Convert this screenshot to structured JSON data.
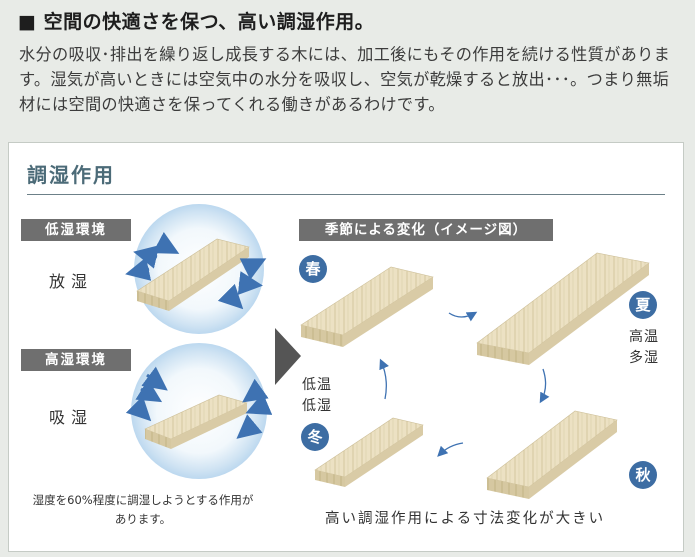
{
  "heading": "■ 空間の快適さを保つ、高い調湿作用。",
  "intro": "水分の吸収･排出を繰り返し成長する木には、加工後にもその作用を続ける性質があります。湿気が高いときには空気中の水分を吸収し、空気が乾燥すると放出･･･。つまり無垢材には空間の快適さを保ってくれる働きがあるわけです。",
  "diagram": {
    "title": "調湿作用",
    "low_humidity": {
      "tag": "低湿環境",
      "label": "放湿"
    },
    "high_humidity": {
      "tag": "高湿環境",
      "label": "吸湿"
    },
    "note": "湿度を60%程度に調湿しようとする作用があります。",
    "seasons_tag": "季節による変化（イメージ図）",
    "seasons": {
      "spring": "春",
      "summer": "夏",
      "autumn": "秋",
      "winter": "冬"
    },
    "summer_condition": "高温多湿",
    "winter_condition": "低温低湿",
    "caption": "高い調湿作用による寸法変化が大きい"
  },
  "colors": {
    "accent_text": "#4c6b78",
    "season_badge": "#3d6da3",
    "arrow_blue": "#3e72b2",
    "tag_gray": "#6f6f6f"
  }
}
